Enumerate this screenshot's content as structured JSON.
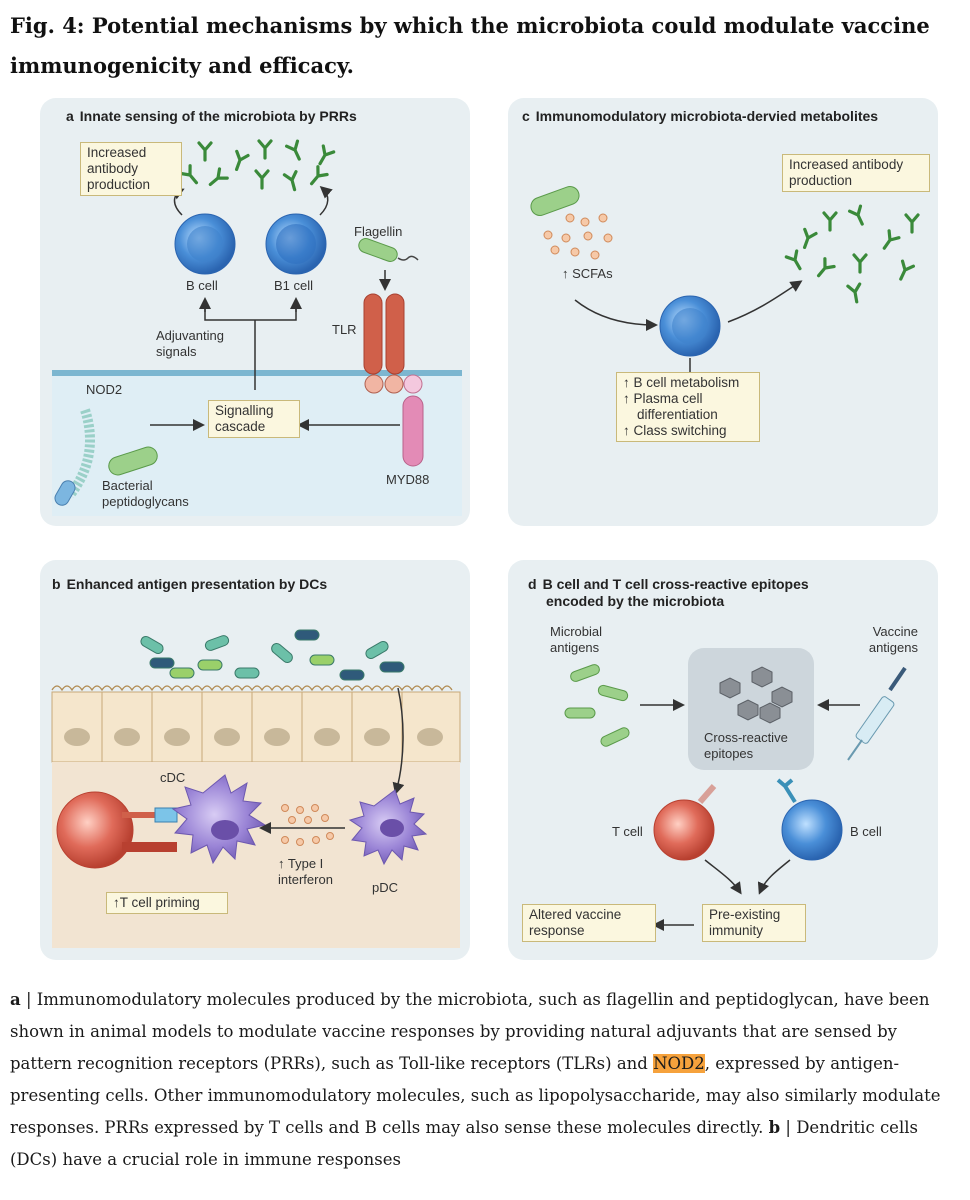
{
  "figure_title": "Fig. 4: Potential mechanisms by which the microbiota could modulate vaccine immunogenicity and efficacy.",
  "panel_a": {
    "letter": "a",
    "title": "Innate sensing of the microbiota by PRRs",
    "increased_antibody": "Increased antibody production",
    "b_cell": "B cell",
    "b1_cell": "B1 cell",
    "flagellin": "Flagellin",
    "tlr": "TLR",
    "adjuvanting": "Adjuvanting signals",
    "nod2": "NOD2",
    "signalling": "Signalling cascade",
    "bacterial": "Bacterial peptidoglycans",
    "myd88": "MYD88"
  },
  "panel_b": {
    "letter": "b",
    "title": "Enhanced antigen presentation by DCs",
    "cdc": "cDC",
    "type1": "↑ Type I interferon",
    "pdc": "pDC",
    "tcell_priming": "↑T cell priming"
  },
  "panel_c": {
    "letter": "c",
    "title": "Immunomodulatory microbiota-dervied metabolites",
    "increased_antibody": "Increased antibody production",
    "scfas": "↑ SCFAs",
    "effects": [
      "↑ B cell metabolism",
      "↑ Plasma cell",
      "differentiation",
      "↑ Class switching"
    ]
  },
  "panel_d": {
    "letter": "d",
    "title_line1": "B cell and T cell cross-reactive epitopes",
    "title_line2": "encoded by the microbiota",
    "microbial": "Microbial antigens",
    "vaccine": "Vaccine antigens",
    "cross": "Cross-reactive epitopes",
    "tcell": "T cell",
    "bcell": "B cell",
    "altered": "Altered vaccine response",
    "preexisting": "Pre-existing immunity"
  },
  "caption": {
    "a_letter": "a",
    "a_text_1": " | Immunomodulatory molecules produced by the microbiota, such as flagellin and peptidoglycan, have been shown in animal models to modulate vaccine responses by providing natural adjuvants that are sensed by pattern recognition receptors (PRRs), such as Toll-like receptors (TLRs) and ",
    "highlight": "NOD2",
    "a_text_2": ", expressed by antigen-presenting cells. Other immunomodulatory molecules, such as lipopolysaccharide, may also similarly modulate responses. PRRs expressed by T cells and B cells may also sense these molecules directly. ",
    "b_letter": "b",
    "b_text": " | Dendritic cells (DCs) have a crucial role in immune responses"
  },
  "colors": {
    "panel_bg": "#e8eff2",
    "highlight": "#f6a23c",
    "antibody_green": "#3a8a3a",
    "b_cell_blue": "#4a8fd8",
    "tlr_red": "#d0604a",
    "myd88_pink": "#e38bb6",
    "dc_purple": "#8c74c8"
  }
}
